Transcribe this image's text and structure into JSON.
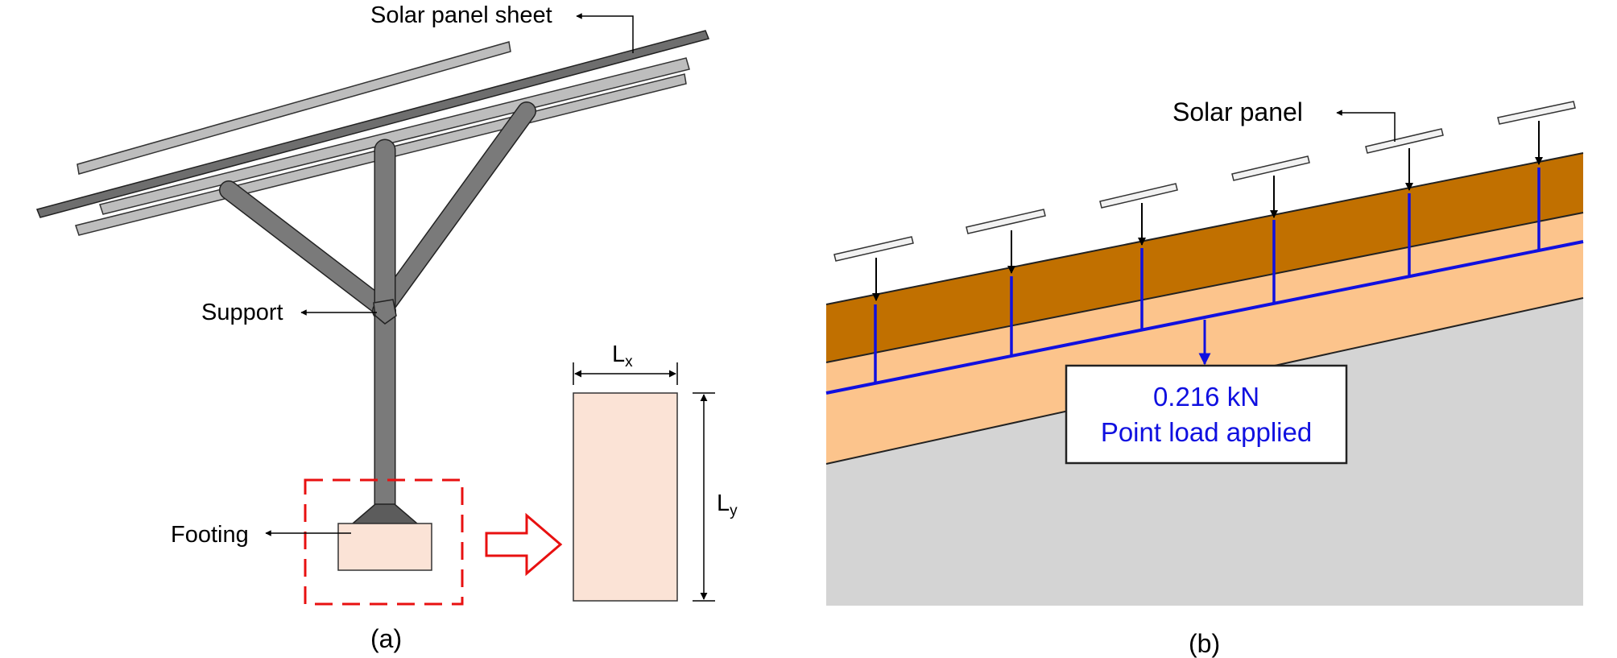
{
  "panel_a": {
    "caption": "(a)",
    "labels": {
      "solar_panel_sheet": "Solar panel sheet",
      "support": "Support",
      "footing": "Footing"
    },
    "dimensions": {
      "lx_main": "L",
      "lx_sub": "x",
      "ly_main": "L",
      "ly_sub": "y"
    }
  },
  "panel_b": {
    "caption": "(b)",
    "labels": {
      "solar_panel": "Solar panel"
    },
    "load_box": {
      "line1": "0.216 kN",
      "line2": "Point load applied"
    }
  },
  "colors": {
    "panel_dark": "#6e6e6e",
    "panel_light": "#bdbdbd",
    "support_gray": "#7a7a7a",
    "footing_fill": "#fbe3d6",
    "callout_red": "#e81010",
    "soil_brown": "#c17000",
    "soil_orange": "#fcc48c",
    "ground_gray": "#d4d4d4",
    "load_blue": "#1010e0"
  }
}
